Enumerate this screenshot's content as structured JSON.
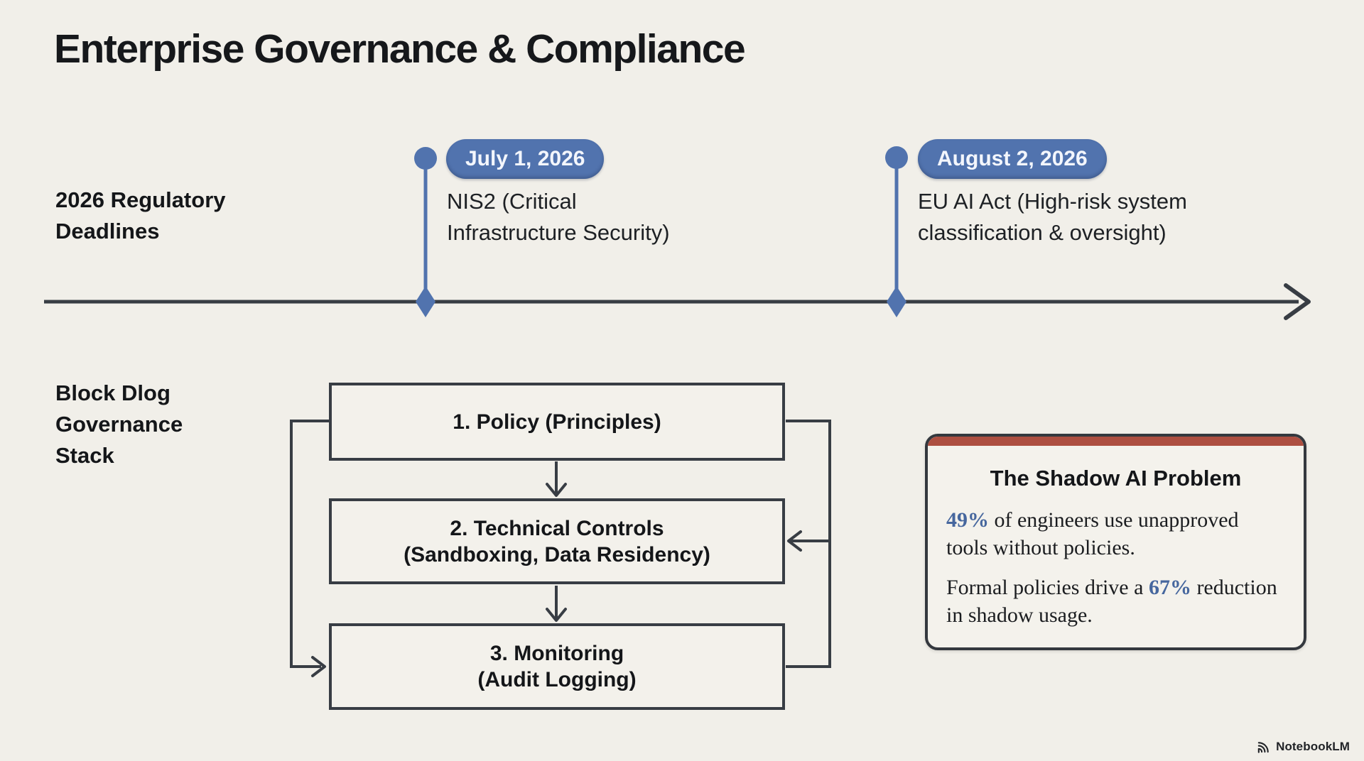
{
  "theme": {
    "background": "#f1efe9",
    "ink": "#17191c",
    "line": "#383d44",
    "accent_blue": "#5173ae",
    "pill_text": "#f3f6fc",
    "card_red": "#ad4f41",
    "stat_blue": "#46679e",
    "card_bg": "#f4f2ec"
  },
  "title": "Enterprise Governance & Compliance",
  "timeline": {
    "label_lines": [
      "2026 Regulatory",
      "Deadlines"
    ],
    "milestones": [
      {
        "date": "July 1, 2026",
        "description_lines": [
          "NIS2 (Critical",
          "Infrastructure Security)"
        ]
      },
      {
        "date": "August 2, 2026",
        "description_lines": [
          "EU AI Act (High-risk system",
          "classification & oversight)"
        ]
      }
    ]
  },
  "flowchart": {
    "label_lines": [
      "Block Dlog",
      "Governance",
      "Stack"
    ],
    "boxes": [
      {
        "lines": [
          "1. Policy (Principles)"
        ]
      },
      {
        "lines": [
          "2. Technical Controls",
          "(Sandboxing, Data Residency)"
        ]
      },
      {
        "lines": [
          "3. Monitoring",
          "(Audit Logging)"
        ]
      }
    ]
  },
  "callout": {
    "title": "The Shadow AI Problem",
    "stat1": {
      "value": "49%",
      "rest": " of engineers use unapproved tools without policies."
    },
    "stat2": {
      "lead": "Formal policies drive a ",
      "value": "67%",
      "rest": " reduction in shadow usage."
    }
  },
  "footer": {
    "brand": "NotebookLM",
    "logo": "notebooklm-logo-icon"
  }
}
